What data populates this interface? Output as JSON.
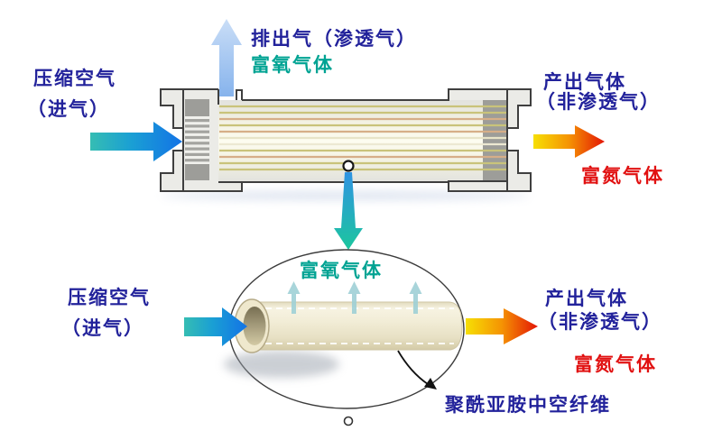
{
  "colors": {
    "label_navy": "#22229b",
    "label_teal": "#00a393",
    "label_red": "#e11111",
    "inlet_arrow_left": "#35bdb3",
    "inlet_arrow_right": "#1373e6",
    "exhaust_arrow_blue": "#9cc3f0",
    "product_arrow_yellow": "#f8e002",
    "product_arrow_red": "#e31505",
    "permeate_arrow_teal": "#1cc69e",
    "module_shell_gray": "#ebebe7",
    "fiber_cream": "#efe9d0"
  },
  "top_diagram": {
    "inlet_line1": "压缩空气",
    "inlet_line2": "（进气）",
    "exhaust_line1": "排出气（渗透气）",
    "exhaust_line2": "富氧气体",
    "product_line1": "产出气体",
    "product_line2": "（非渗透气）",
    "product_line3": "富氮气体"
  },
  "bottom_diagram": {
    "inlet_line1": "压缩空气",
    "inlet_line2": "（进气）",
    "permeate_label": "富氧气体",
    "product_line1": "产出气体",
    "product_line2": "（非渗透气）",
    "product_line3": "富氮气体",
    "fiber_label": "聚酰亚胺中空纤维"
  }
}
